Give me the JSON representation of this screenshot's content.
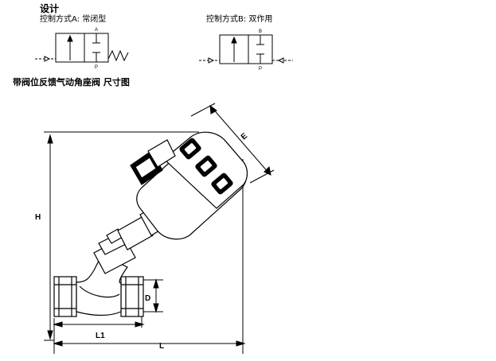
{
  "header": {
    "design_title": "设计",
    "mode_a_label": "控制方式A:  常闭型",
    "mode_b_label": "控制方式B:  双作用"
  },
  "drawing_title": "带阀位反馈气动角座阀  尺寸图",
  "port_labels": {
    "a": "A",
    "p_a": "P",
    "b": "B",
    "p_b": "P"
  },
  "dimensions": {
    "h": "H",
    "e": "E",
    "d": "D",
    "l1": "L1",
    "l": "L"
  }
}
